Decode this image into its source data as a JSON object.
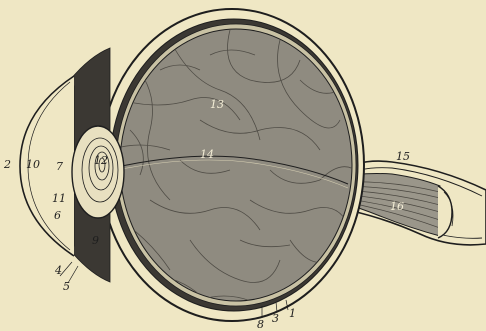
{
  "figure": {
    "colors": {
      "background": "#efe7c4",
      "ink": "#1e1e1e",
      "vitreous_fill": "#8f8b80",
      "vitreous_lines": "#5a5750",
      "lens_fill": "#e8e0c0",
      "choroid": "#3b3833"
    },
    "labels": {
      "l1": "1",
      "l2": "2",
      "l3": "3",
      "l4": "4",
      "l5": "5",
      "l6": "6",
      "l7": "7",
      "l8": "8",
      "l9": "9",
      "l10": "10",
      "l11": "11",
      "l12": "12",
      "l13": "13",
      "l14": "14",
      "l15": "15",
      "l16": "16"
    }
  }
}
